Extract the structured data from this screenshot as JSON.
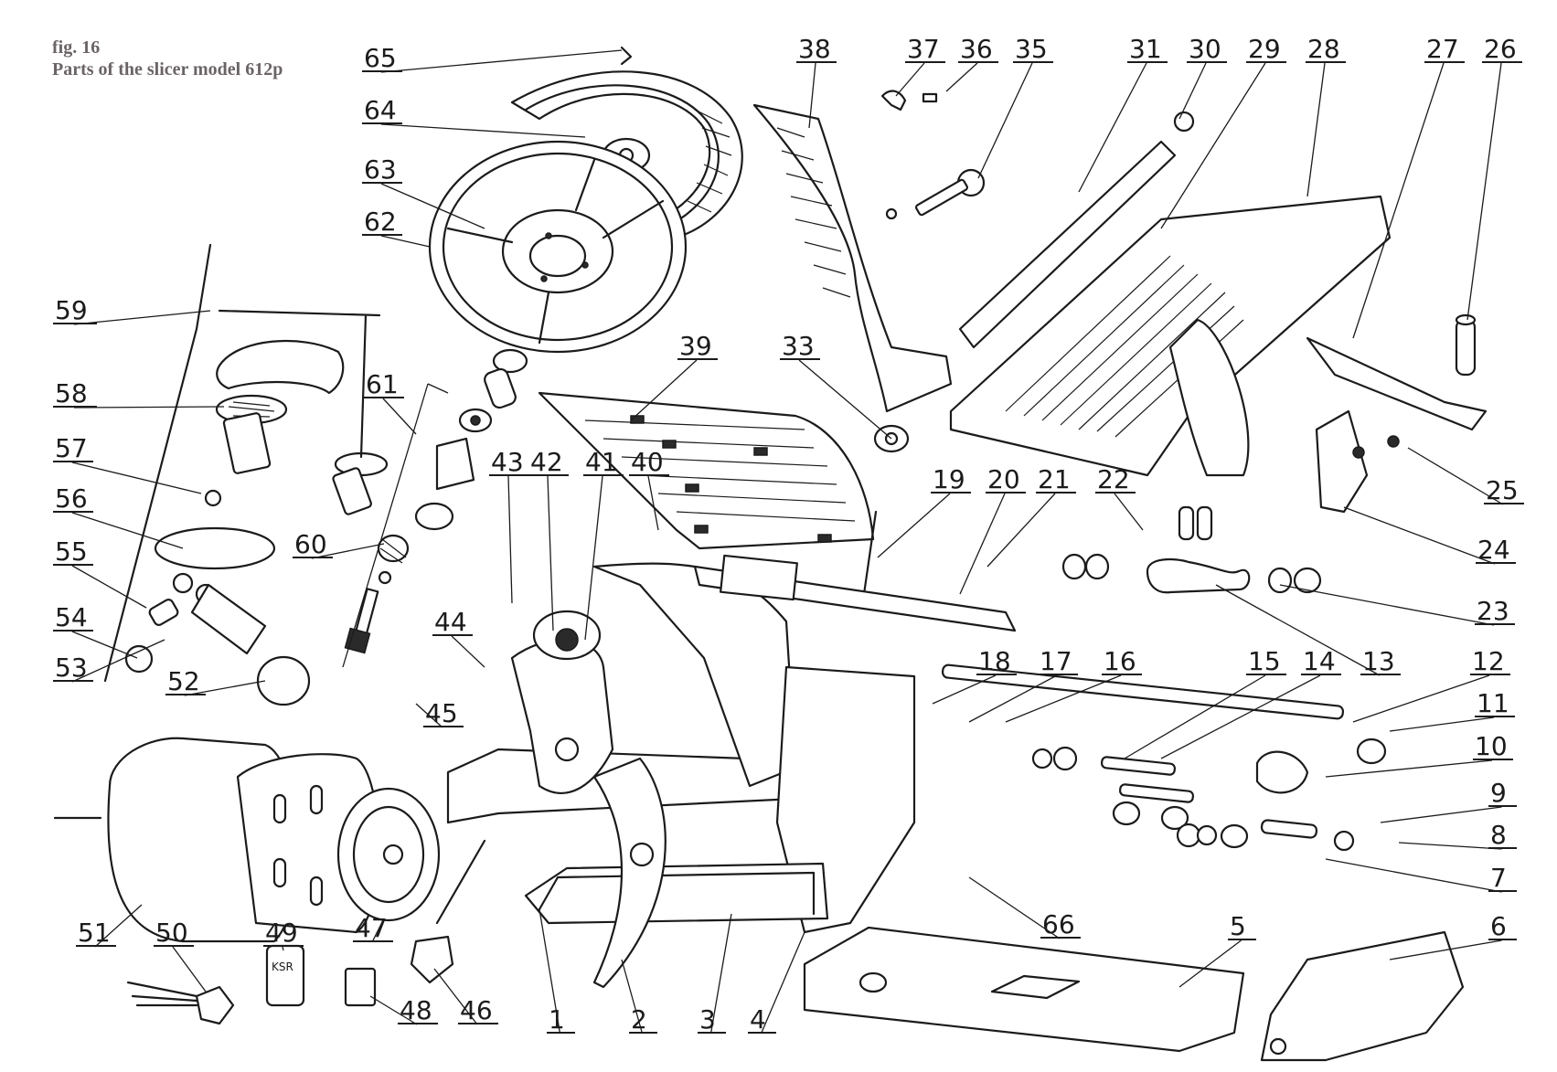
{
  "caption": {
    "figure": "fig. 16",
    "title": "Parts of the slicer model 612p"
  },
  "callouts": [
    {
      "id": "1",
      "label": "1"
    },
    {
      "id": "2",
      "label": "2"
    },
    {
      "id": "3",
      "label": "3"
    },
    {
      "id": "4",
      "label": "4"
    },
    {
      "id": "5",
      "label": "5"
    },
    {
      "id": "6",
      "label": "6"
    },
    {
      "id": "7",
      "label": "7"
    },
    {
      "id": "8",
      "label": "8"
    },
    {
      "id": "9",
      "label": "9"
    },
    {
      "id": "10",
      "label": "10"
    },
    {
      "id": "11",
      "label": "11"
    },
    {
      "id": "12",
      "label": "12"
    },
    {
      "id": "13",
      "label": "13"
    },
    {
      "id": "14",
      "label": "14"
    },
    {
      "id": "15",
      "label": "15"
    },
    {
      "id": "16",
      "label": "16"
    },
    {
      "id": "17",
      "label": "17"
    },
    {
      "id": "18",
      "label": "18"
    },
    {
      "id": "19",
      "label": "19"
    },
    {
      "id": "20",
      "label": "20"
    },
    {
      "id": "21",
      "label": "21"
    },
    {
      "id": "22",
      "label": "22"
    },
    {
      "id": "23",
      "label": "23"
    },
    {
      "id": "24",
      "label": "24"
    },
    {
      "id": "25",
      "label": "25"
    },
    {
      "id": "26",
      "label": "26"
    },
    {
      "id": "27",
      "label": "27"
    },
    {
      "id": "28",
      "label": "28"
    },
    {
      "id": "29",
      "label": "29"
    },
    {
      "id": "30",
      "label": "30"
    },
    {
      "id": "31",
      "label": "31"
    },
    {
      "id": "33",
      "label": "33"
    },
    {
      "id": "35",
      "label": "35"
    },
    {
      "id": "36",
      "label": "36"
    },
    {
      "id": "37",
      "label": "37"
    },
    {
      "id": "38",
      "label": "38"
    },
    {
      "id": "39",
      "label": "39"
    },
    {
      "id": "40",
      "label": "40"
    },
    {
      "id": "41",
      "label": "41"
    },
    {
      "id": "42",
      "label": "42"
    },
    {
      "id": "43",
      "label": "43"
    },
    {
      "id": "44",
      "label": "44"
    },
    {
      "id": "45",
      "label": "45"
    },
    {
      "id": "46",
      "label": "46"
    },
    {
      "id": "47",
      "label": "47"
    },
    {
      "id": "48",
      "label": "48"
    },
    {
      "id": "49",
      "label": "49"
    },
    {
      "id": "50",
      "label": "50"
    },
    {
      "id": "51",
      "label": "51"
    },
    {
      "id": "52",
      "label": "52"
    },
    {
      "id": "53",
      "label": "53"
    },
    {
      "id": "54",
      "label": "54"
    },
    {
      "id": "55",
      "label": "55"
    },
    {
      "id": "56",
      "label": "56"
    },
    {
      "id": "57",
      "label": "57"
    },
    {
      "id": "58",
      "label": "58"
    },
    {
      "id": "59",
      "label": "59"
    },
    {
      "id": "60",
      "label": "60"
    },
    {
      "id": "61",
      "label": "61"
    },
    {
      "id": "62",
      "label": "62"
    },
    {
      "id": "63",
      "label": "63"
    },
    {
      "id": "64",
      "label": "64"
    },
    {
      "id": "65",
      "label": "65"
    },
    {
      "id": "66",
      "label": "66"
    }
  ],
  "component_texts": {
    "capacitor_marking": "KSR"
  }
}
